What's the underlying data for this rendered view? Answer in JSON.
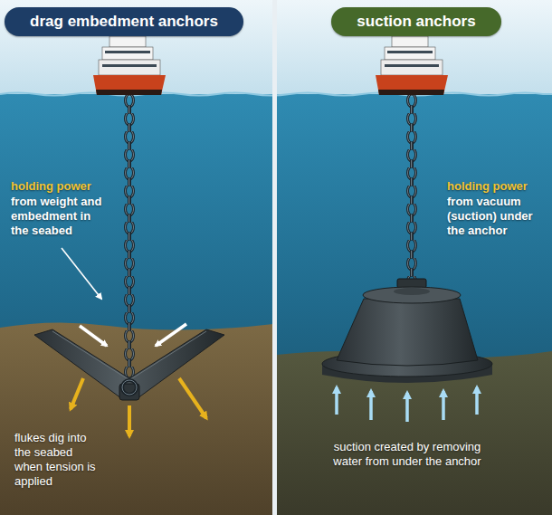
{
  "diagram": {
    "nodes": [
      {
        "text": [
          "drag embedment anchors"
        ]
      },
      {
        "text": [
          "suction anchors"
        ]
      }
    ],
    "labels": [
      "holding power",
      "from weight and embedment in the seabed",
      "flukes dig into the seabed when tension is applied",
      "holding power",
      "from vacuum (suction) under the anchor",
      "suction created by removing water from under the anchor"
    ]
  }
}
